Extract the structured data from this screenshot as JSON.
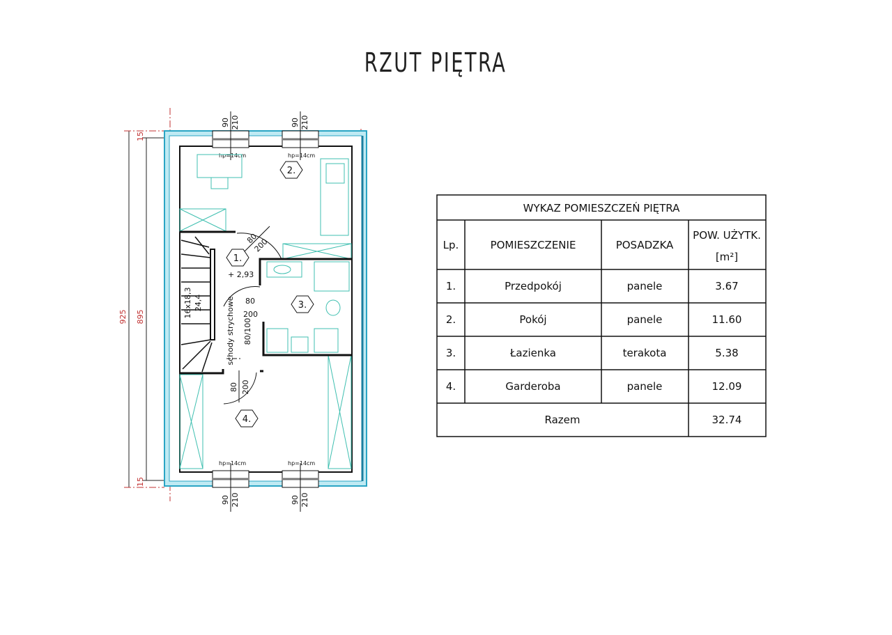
{
  "title": "RZUT PIĘTRA",
  "plan": {
    "rooms": [
      "1.",
      "2.",
      "3.",
      "4."
    ],
    "window_label": "hp=14cm",
    "window_dims": {
      "width": "90",
      "height": "210"
    },
    "door_dims": {
      "width": "80",
      "height": "200"
    },
    "level": "+ 2,93",
    "stairs": {
      "steps": "16x18,3",
      "depth": "24,4"
    },
    "attic_stairs": {
      "label": "schody strychowe",
      "size": "80/100"
    },
    "dims": {
      "total": "925",
      "inner": "895",
      "wall_top": "15",
      "wall_bottom": "15"
    },
    "colors": {
      "insulation": "#2aa5c4",
      "furniture": "#3fbfb0",
      "dimension": "#c03030"
    }
  },
  "table": {
    "title": "WYKAZ POMIESZCZEŃ PIĘTRA",
    "headers": [
      "Lp.",
      "POMIESZCZENIE",
      "POSADZKA",
      "POW. UŻYTK.",
      "[m²]"
    ],
    "rows": [
      {
        "lp": "1.",
        "name": "Przedpokój",
        "floor": "panele",
        "area": "3.67"
      },
      {
        "lp": "2.",
        "name": "Pokój",
        "floor": "panele",
        "area": "11.60"
      },
      {
        "lp": "3.",
        "name": "Łazienka",
        "floor": "terakota",
        "area": "5.38"
      },
      {
        "lp": "4.",
        "name": "Garderoba",
        "floor": "panele",
        "area": "12.09"
      }
    ],
    "total_label": "Razem",
    "total_value": "32.74"
  }
}
